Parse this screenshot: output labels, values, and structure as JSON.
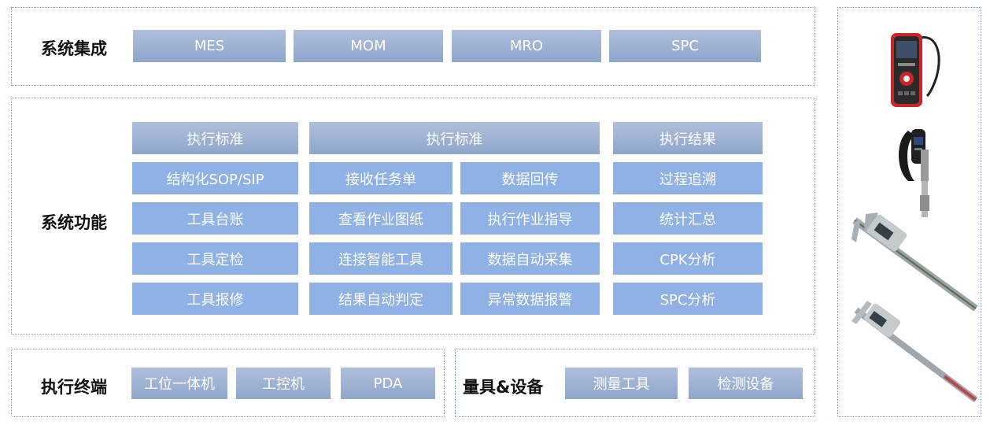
{
  "integration": {
    "label": "系统集成",
    "items": [
      "MES",
      "MOM",
      "MRO",
      "SPC"
    ]
  },
  "functions": {
    "label": "系统功能",
    "headers": [
      "执行标准",
      "执行标准",
      "执行结果"
    ],
    "col1": [
      "结构化SOP/SIP",
      "工具台账",
      "工具定检",
      "工具报修"
    ],
    "col2": [
      "接收任务单",
      "查看作业图纸",
      "连接智能工具",
      "结果自动判定"
    ],
    "col3": [
      "数据回传",
      "执行作业指导",
      "数据自动采集",
      "异常数据报警"
    ],
    "col4": [
      "过程追溯",
      "统计汇总",
      "CPK分析",
      "SPC分析"
    ]
  },
  "terminals": {
    "label": "执行终端",
    "items": [
      "工位一体机",
      "工控机",
      "PDA"
    ]
  },
  "gauges": {
    "label": "量具&设备",
    "items": [
      "测量工具",
      "检测设备"
    ]
  },
  "devices": [
    "laser-distance-meter-icon",
    "digital-micrometer-icon",
    "digital-caliper-icon",
    "digital-depth-gauge-icon"
  ],
  "colors": {
    "border": "#8ea6c4",
    "gradient_top": "#afbfdc",
    "gradient_bottom": "#8ea6cc",
    "flat_box": "#8fb1e6"
  }
}
